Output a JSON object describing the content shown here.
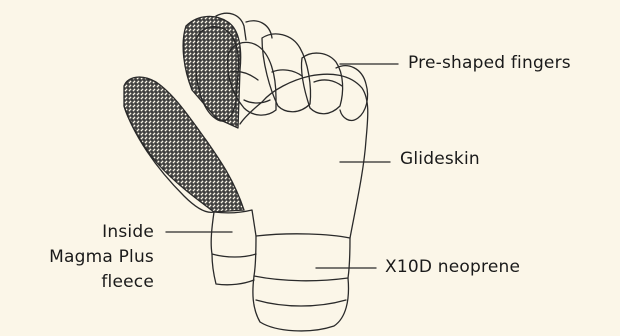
{
  "labels": {
    "fingers": "Pre-shaped fingers",
    "glideskin": "Glideskin",
    "neoprene": "X10D neoprene",
    "fleece": [
      "Inside",
      "Magma Plus",
      "fleece"
    ]
  },
  "colors": {
    "background": "#fbf6e8",
    "stroke": "#2a2a2a",
    "pattern_fill": "#d4cfc4"
  }
}
